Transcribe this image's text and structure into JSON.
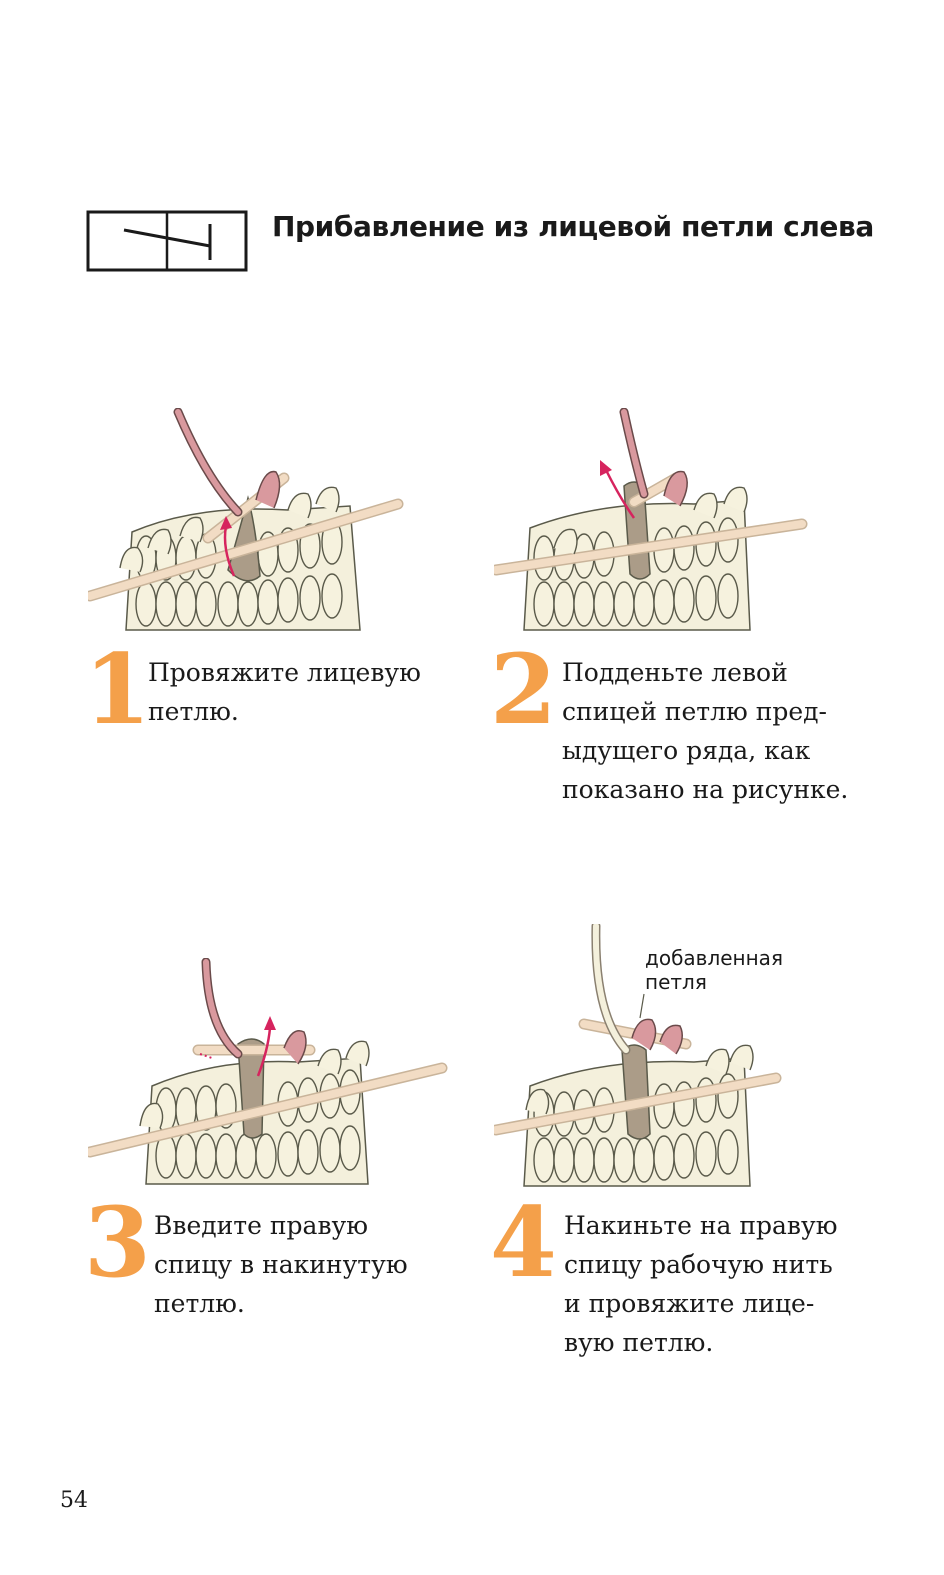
{
  "header": {
    "title": "Прибавление из лицевой петли слева"
  },
  "colors": {
    "accent_number": "#f4a04a",
    "yarn_pink": "#d9999e",
    "yarn_taupe": "#ab9c88",
    "yarn_cream": "#f4f0dc",
    "needle": "#f2dcc4",
    "arrow": "#d6245e"
  },
  "steps": [
    {
      "number": "1",
      "lines": [
        "Провяжите лицевую",
        "петлю."
      ]
    },
    {
      "number": "2",
      "lines": [
        "Подденьте левой",
        "спицей петлю пред-",
        "ыдущего ряда, как",
        "показано на рисунке."
      ]
    },
    {
      "number": "3",
      "lines": [
        "Введите правую",
        "спицу в накинутую",
        "петлю."
      ]
    },
    {
      "number": "4",
      "lines": [
        "Накиньте на правую",
        "спицу рабочую нить",
        "и провяжите лице-",
        "вую петлю."
      ]
    }
  ],
  "annotation": {
    "lines": [
      "добавленная",
      "петля"
    ]
  },
  "footer": {
    "page_number": "54"
  }
}
